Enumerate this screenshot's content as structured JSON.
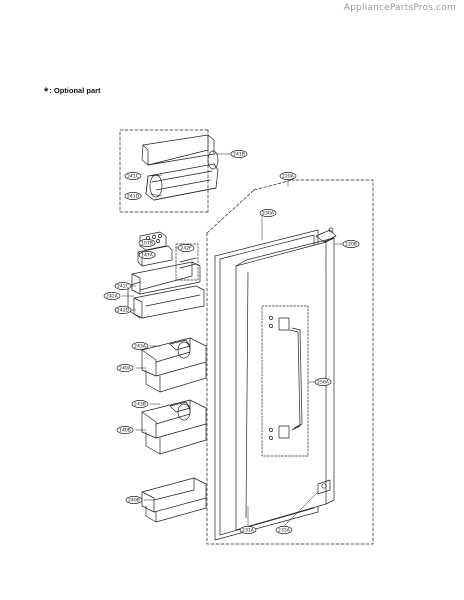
{
  "watermark": "AppliancePartsPros.com",
  "legend": {
    "symbol": "*",
    "text": ": Optional part"
  },
  "callouts": [
    {
      "id": "c-241B",
      "label": "241B"
    },
    {
      "id": "c-241C",
      "label": "241C"
    },
    {
      "id": "c-241D",
      "label": "241D"
    },
    {
      "id": "c-107B",
      "label": "107B"
    },
    {
      "id": "c-147A",
      "label": "147A"
    },
    {
      "id": "c-242F",
      "label": "242F"
    },
    {
      "id": "c-242C",
      "label": "242C"
    },
    {
      "id": "c-242A",
      "label": "242A"
    },
    {
      "id": "c-242D",
      "label": "242D"
    },
    {
      "id": "c-243A",
      "label": "243A"
    },
    {
      "id": "c-240A",
      "label": "240A"
    },
    {
      "id": "c-243B",
      "label": "243B"
    },
    {
      "id": "c-140B",
      "label": "140B"
    },
    {
      "id": "c-240B",
      "label": "240B"
    },
    {
      "id": "c-220A",
      "label": "220A"
    },
    {
      "id": "c-230A",
      "label": "230A"
    },
    {
      "id": "c-220B",
      "label": "220B"
    },
    {
      "id": "c-250A",
      "label": "250A"
    },
    {
      "id": "c-231A",
      "label": "231A"
    },
    {
      "id": "c-233A",
      "label": "233A"
    }
  ]
}
